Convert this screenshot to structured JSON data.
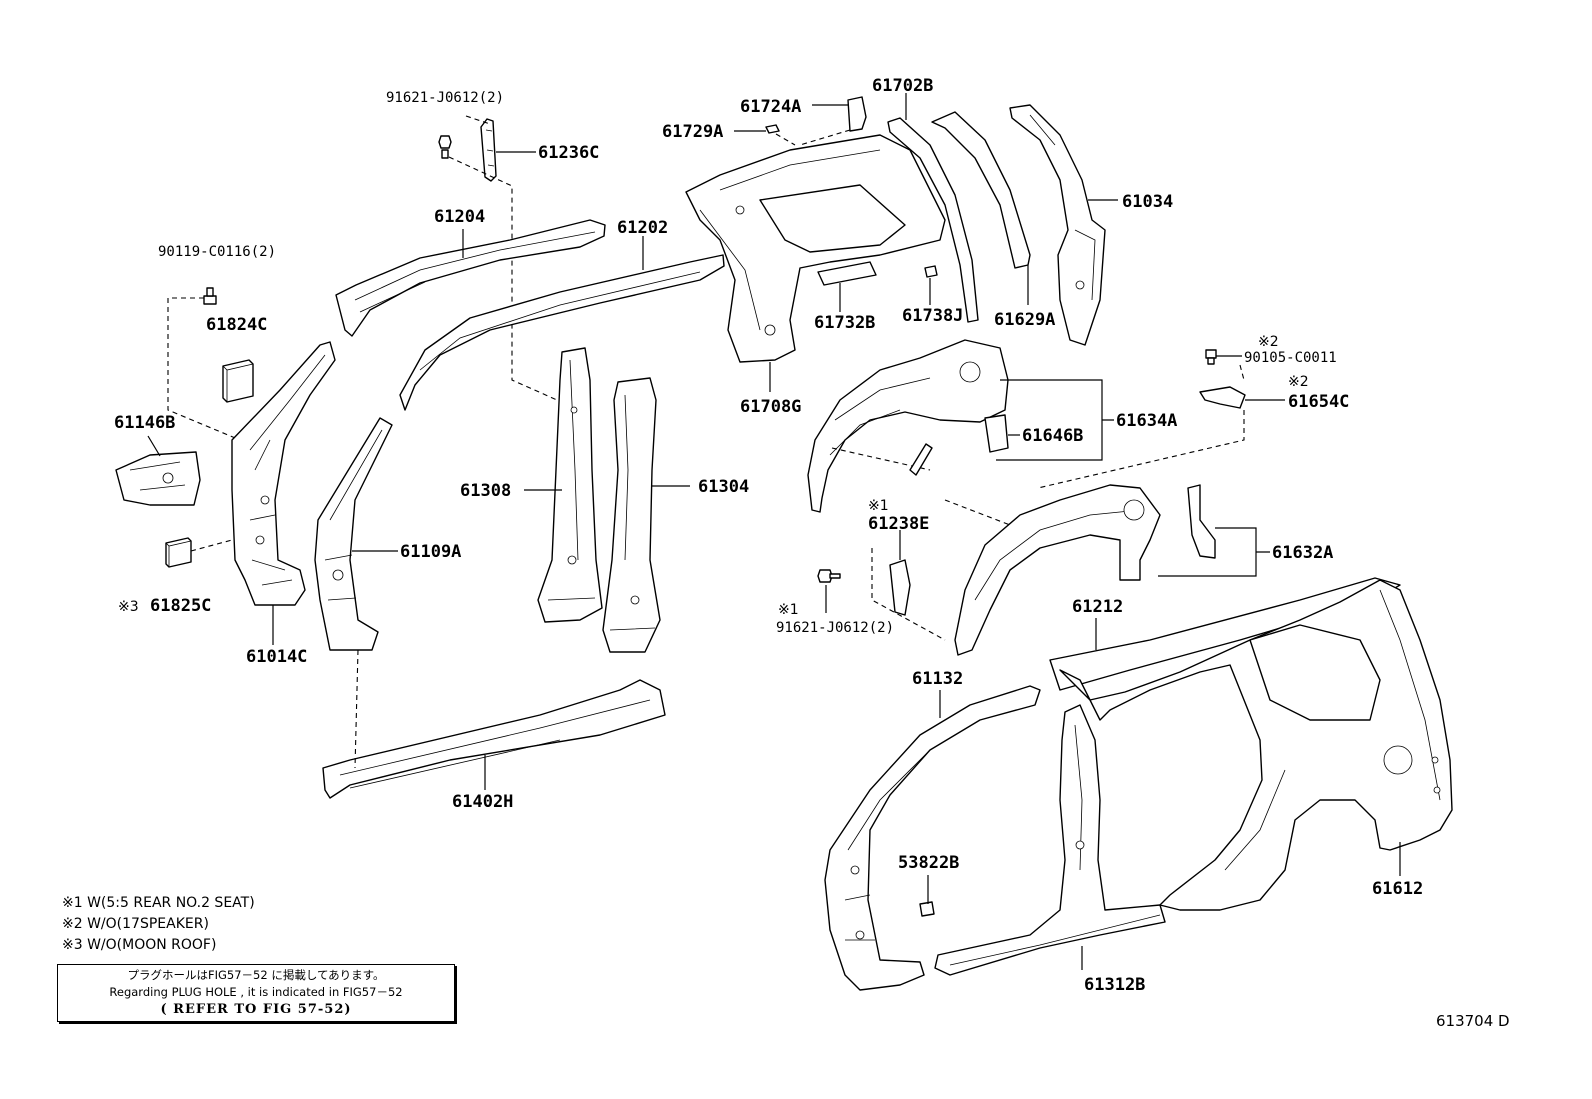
{
  "parts": {
    "p91621_top": "91621-J0612(2)",
    "p61236C": "61236C",
    "p61204": "61204",
    "p61202": "61202",
    "p90119": "90119-C0116(2)",
    "p61824C": "61824C",
    "p61146B": "61146B",
    "p61825C": "61825C",
    "p61014C": "61014C",
    "p61109A": "61109A",
    "p61308": "61308",
    "p61304": "61304",
    "p61402H": "61402H",
    "p61724A": "61724A",
    "p61729A": "61729A",
    "p61702B": "61702B",
    "p61034": "61034",
    "p61732B": "61732B",
    "p61738J": "61738J",
    "p61629A": "61629A",
    "p61708G": "61708G",
    "p90105": "90105-C0011",
    "p61654C": "61654C",
    "p61646B": "61646B",
    "p61634A": "61634A",
    "p61238E": "61238E",
    "p61632A": "61632A",
    "p91621_mid": "91621-J0612(2)",
    "p61212": "61212",
    "p61132": "61132",
    "p53822B": "53822B",
    "p61612": "61612",
    "p61312B": "61312B"
  },
  "marks": {
    "m1": "※1",
    "m2": "※2",
    "m3": "※3"
  },
  "notes": {
    "n1": "※1 W(5:5 REAR NO.2 SEAT)",
    "n2": "※2 W/O(17SPEAKER)",
    "n3": "※3 W/O(MOON ROOF)"
  },
  "reference_box": {
    "japanese": "プラグホールはFIG57－52 に掲載してあります。",
    "english": "Regarding  PLUG HOLE , it is indicated  in  FIG57－52",
    "refer": "( REFER TO FIG 57-52)"
  },
  "figure_number": "613704 D"
}
